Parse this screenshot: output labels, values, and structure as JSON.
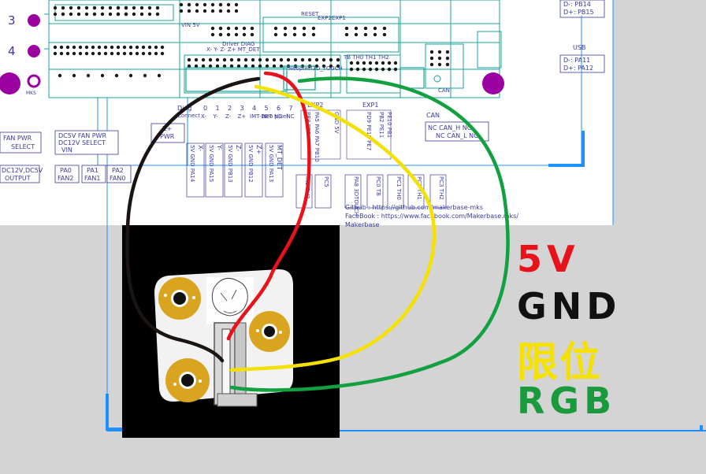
{
  "board": {
    "reset_label": "RESET",
    "exp_header_label": "EXP2EXP1",
    "left_numbers": [
      "3",
      "4"
    ],
    "usb_title": "USB",
    "usb_top_lines": [
      "D-: PB14",
      "D+: PB15"
    ],
    "usb_mid_lines": [
      "D-: PA11",
      "D+: PA12"
    ],
    "mks_logo": "MKS",
    "driver_diag_label": "Driver DIAG",
    "driver_axes_label": "X- Y- Z- Z+ MT_DET",
    "vin_5v_label": "VIN 5V",
    "neopixel_label": "Neopixel3D_TOUCH",
    "th_labels": "TB TH0 TH1 TH2",
    "can_chip_label": "CAN"
  },
  "diag": {
    "title": "Diag",
    "connect": "Connect",
    "numbers": [
      "0",
      "1",
      "2",
      "3",
      "4",
      "5",
      "6",
      "7"
    ],
    "names": [
      "X-",
      "Y-",
      "Z-",
      "Z+",
      "IMT-DET",
      "Neo pixel",
      "NC",
      "NC"
    ]
  },
  "fan_blocks": [
    {
      "line1": "FAN PWR",
      "line2": "SELECT"
    },
    {
      "line1": "DC5V FAN PWR",
      "line2": "DC12V SELECT",
      "line3": "VIN"
    }
  ],
  "power_output": {
    "line1": "DC12V,DC5V",
    "line2": "OUTPUT"
  },
  "fan_labels": [
    {
      "name": "PA0",
      "sub": "FAN2"
    },
    {
      "name": "PA1",
      "sub": "FAN1"
    },
    {
      "name": "PA2",
      "sub": "FAN0"
    }
  ],
  "z_pwr": {
    "line1": "Z+",
    "line2": "PWR"
  },
  "endstop_pins": [
    {
      "label": "X-",
      "pins": "5V GND PA14"
    },
    {
      "label": "Y-",
      "pins": "5V GND PA15"
    },
    {
      "label": "Z-",
      "pins": "5V GND PB13"
    },
    {
      "label": "Z+",
      "pins": "5V GND PB12"
    },
    {
      "label": "MT_DET",
      "pins": "5V GND PA13"
    }
  ],
  "exp2": {
    "title": "EXP2",
    "col1": "PB8 PB9",
    "col2": "PA5 PA6 PA7 PB10",
    "col3": "GND 5V"
  },
  "exp1": {
    "title": "EXP1",
    "col1": "PB2 PE11",
    "col2": "PD9 PE15 PE7",
    "col3": "PE10 PB1"
  },
  "can_block": {
    "title": "CAN",
    "line1": "NC CAN_H NC",
    "line2": "NC CAN_L NC"
  },
  "bottom_pins": [
    {
      "top": "IND",
      "bottom": "5V3"
    },
    {
      "top": "PC5",
      "bottom": ""
    },
    {
      "top": "PA8",
      "bottom": "3DTOUCH"
    },
    {
      "top": "PC0",
      "bottom": "TB"
    },
    {
      "top": "PC1",
      "bottom": "TH0"
    },
    {
      "top": "PC2",
      "bottom": "TH1"
    },
    {
      "top": "PC3",
      "bottom": "TH2"
    }
  ],
  "links": {
    "github": "Github : https://github.com/makerbase-mks",
    "facebook": "FaceBook : https://www.facebook.com/Makerbase.mks/",
    "makerbase": "Makerbase"
  },
  "legend": [
    {
      "text": "5V",
      "color": "#e8121a"
    },
    {
      "text": "GND",
      "color": "#111111"
    },
    {
      "text": "限位",
      "color": "#f5e100"
    },
    {
      "text": "RGB",
      "color": "#1a9a3c"
    }
  ],
  "colors": {
    "outline_blue": "#1e90ff",
    "trace_teal": "#1ba39c",
    "connector_purple": "#9b00a0",
    "label_blue": "#3a3a9a",
    "wire_red": "#e8121a",
    "wire_black": "#1a1412",
    "wire_yellow": "#f5e100",
    "wire_green": "#12a040",
    "pad_gold": "#d9a520"
  }
}
